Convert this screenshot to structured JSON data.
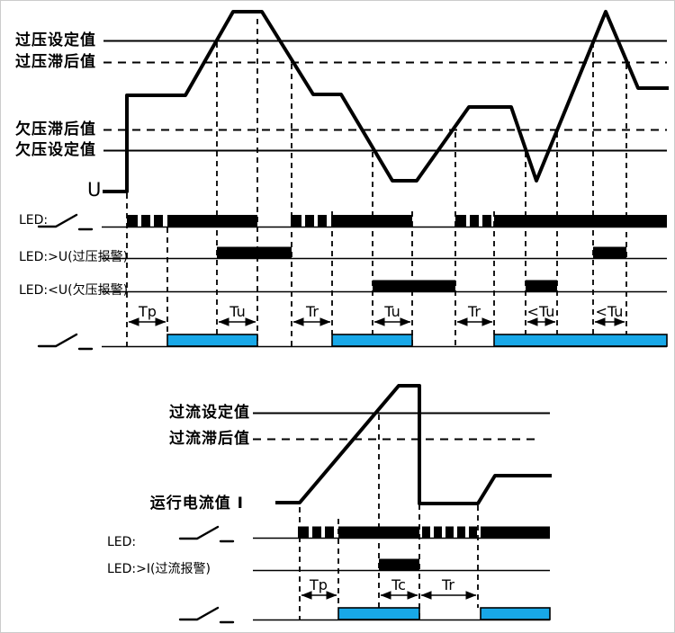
{
  "colors": {
    "signal": "#000000",
    "relay_on": "#18a8e8",
    "background": "#ffffff"
  },
  "top": {
    "axis_label": "U",
    "levels": [
      {
        "label": "过压设定值",
        "style": "solid"
      },
      {
        "label": "过压滞后值",
        "style": "dashed"
      },
      {
        "label": "欠压滞后值",
        "style": "dashed"
      },
      {
        "label": "欠压设定值",
        "style": "solid"
      }
    ],
    "rows": [
      {
        "label": "LED:"
      },
      {
        "label": "LED:>U(过压报警)"
      },
      {
        "label": "LED:<U(欠压报警)"
      }
    ],
    "timers": [
      {
        "label": "Tp"
      },
      {
        "label": "Tu"
      },
      {
        "label": "Tr"
      },
      {
        "label": "Tu"
      },
      {
        "label": "Tr"
      },
      {
        "label": "<Tu"
      },
      {
        "label": "<Tu"
      }
    ]
  },
  "bottom": {
    "axis_label": "运行电流值 I",
    "levels": [
      {
        "label": "过流设定值",
        "style": "solid"
      },
      {
        "label": "过流滞后值",
        "style": "dashed"
      }
    ],
    "rows": [
      {
        "label": "LED:"
      },
      {
        "label": "LED:>I(过流报警)"
      }
    ],
    "timers": [
      {
        "label": "Tp"
      },
      {
        "label": "Tc"
      },
      {
        "label": "Tr"
      }
    ]
  }
}
